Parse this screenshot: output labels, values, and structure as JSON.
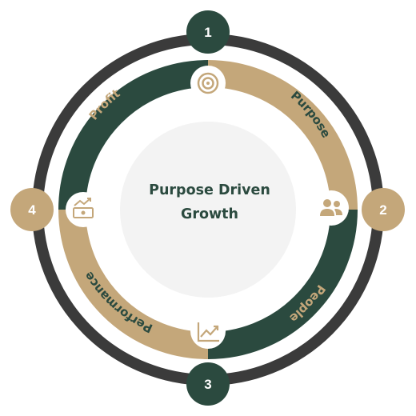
{
  "colors": {
    "dark_green": "#2b4a3f",
    "tan": "#c4a77a",
    "outer_ring": "#3b3b3b",
    "center_fill": "#f3f3f3",
    "icon_bg": "#ffffff"
  },
  "center": {
    "line1": "Purpose Driven",
    "line2": "Growth"
  },
  "segments": [
    {
      "label": "Profit",
      "color": "dark_green"
    },
    {
      "label": "Purpose",
      "color": "tan"
    },
    {
      "label": "People",
      "color": "dark_green"
    },
    {
      "label": "Performance",
      "color": "tan"
    }
  ],
  "numbers": [
    {
      "value": "1",
      "color": "dark_green"
    },
    {
      "value": "2",
      "color": "tan"
    },
    {
      "value": "3",
      "color": "dark_green"
    },
    {
      "value": "4",
      "color": "tan"
    }
  ],
  "icons": {
    "top": "target-icon",
    "right": "people-icon",
    "bottom": "chart-growth-icon",
    "left": "money-growth-icon"
  }
}
